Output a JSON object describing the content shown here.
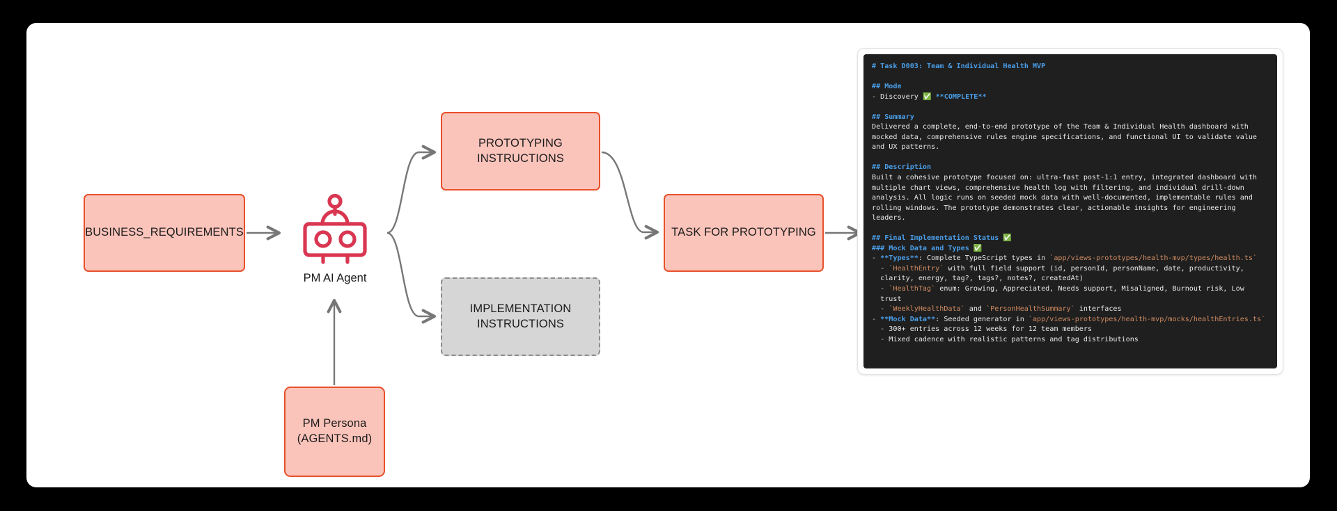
{
  "diagram": {
    "nodes": {
      "business_requirements": {
        "label": "BUSINESS_REQUIREMENTS"
      },
      "prototyping_instructions": {
        "label": "PROTOTYPING\nINSTRUCTIONS"
      },
      "implementation_instructions": {
        "label": "IMPLEMENTATION\nINSTRUCTIONS"
      },
      "task_for_prototyping": {
        "label": "TASK FOR PROTOTYPING"
      },
      "pm_persona": {
        "label": "PM Persona\n(AGENTS.md)"
      },
      "pm_ai_agent": {
        "label": "PM AI Agent",
        "icon": "robot-icon"
      }
    },
    "colors": {
      "node_fill": "#FBC4BB",
      "node_border": "#E8502A",
      "dashed_fill": "#D6D6D6",
      "dashed_border": "#8C8C8C",
      "robot": "#D93651",
      "arrow": "#777777",
      "canvas": "#FFFFFF",
      "page": "#000000"
    }
  },
  "code_panel": {
    "background": "#1F1F1F",
    "heading_color": "#4A9EE8",
    "string_color": "#D08B62",
    "lines": [
      {
        "type": "h1",
        "text": "# Task D003: Team & Individual Health MVP"
      },
      {
        "type": "blank",
        "text": ""
      },
      {
        "type": "h2",
        "text": "## Mode"
      },
      {
        "type": "mode",
        "text": "- Discovery ✅ **COMPLETE**"
      },
      {
        "type": "blank",
        "text": ""
      },
      {
        "type": "h2",
        "text": "## Summary"
      },
      {
        "type": "p",
        "text": "Delivered a complete, end-to-end prototype of the Team & Individual Health dashboard with"
      },
      {
        "type": "p",
        "text": "mocked data, comprehensive rules engine specifications, and functional UI to validate value"
      },
      {
        "type": "p",
        "text": "and UX patterns."
      },
      {
        "type": "blank",
        "text": ""
      },
      {
        "type": "h2",
        "text": "## Description"
      },
      {
        "type": "p",
        "text": "Built a cohesive prototype focused on: ultra-fast post-1:1 entry, integrated dashboard with"
      },
      {
        "type": "p",
        "text": "multiple chart views, comprehensive health log with filtering, and individual drill-down"
      },
      {
        "type": "p",
        "text": "analysis. All logic runs on seeded mock data with well-documented, implementable rules and"
      },
      {
        "type": "p",
        "text": "rolling windows. The prototype demonstrates clear, actionable insights for engineering"
      },
      {
        "type": "p",
        "text": "leaders."
      },
      {
        "type": "blank",
        "text": ""
      },
      {
        "type": "h2",
        "text": "## Final Implementation Status ✅"
      },
      {
        "type": "h3",
        "text": "### Mock Data and Types ✅"
      },
      {
        "type": "bullet-types",
        "text": "- **Types**: Complete TypeScript types in `app/views-prototypes/health-mvp/types/health.ts`"
      },
      {
        "type": "sub-healthentry",
        "text": "  - `HealthEntry` with full field support (id, personId, personName, date, productivity,"
      },
      {
        "type": "cont",
        "text": "  clarity, energy, tag?, tags?, notes?, createdAt)"
      },
      {
        "type": "sub-healthtag",
        "text": "  - `HealthTag` enum: Growing, Appreciated, Needs support, Misaligned, Burnout risk, Low"
      },
      {
        "type": "cont",
        "text": "  trust"
      },
      {
        "type": "sub-weekly",
        "text": "  - `WeeklyHealthData` and `PersonHealthSummary` interfaces"
      },
      {
        "type": "bullet-mock",
        "text": "- **Mock Data**: Seeded generator in `app/views-prototypes/health-mvp/mocks/healthEntries.ts`"
      },
      {
        "type": "sub-plain",
        "text": "  - 300+ entries across 12 weeks for 12 team members"
      },
      {
        "type": "sub-plain",
        "text": "  - Mixed cadence with realistic patterns and tag distributions"
      }
    ]
  }
}
